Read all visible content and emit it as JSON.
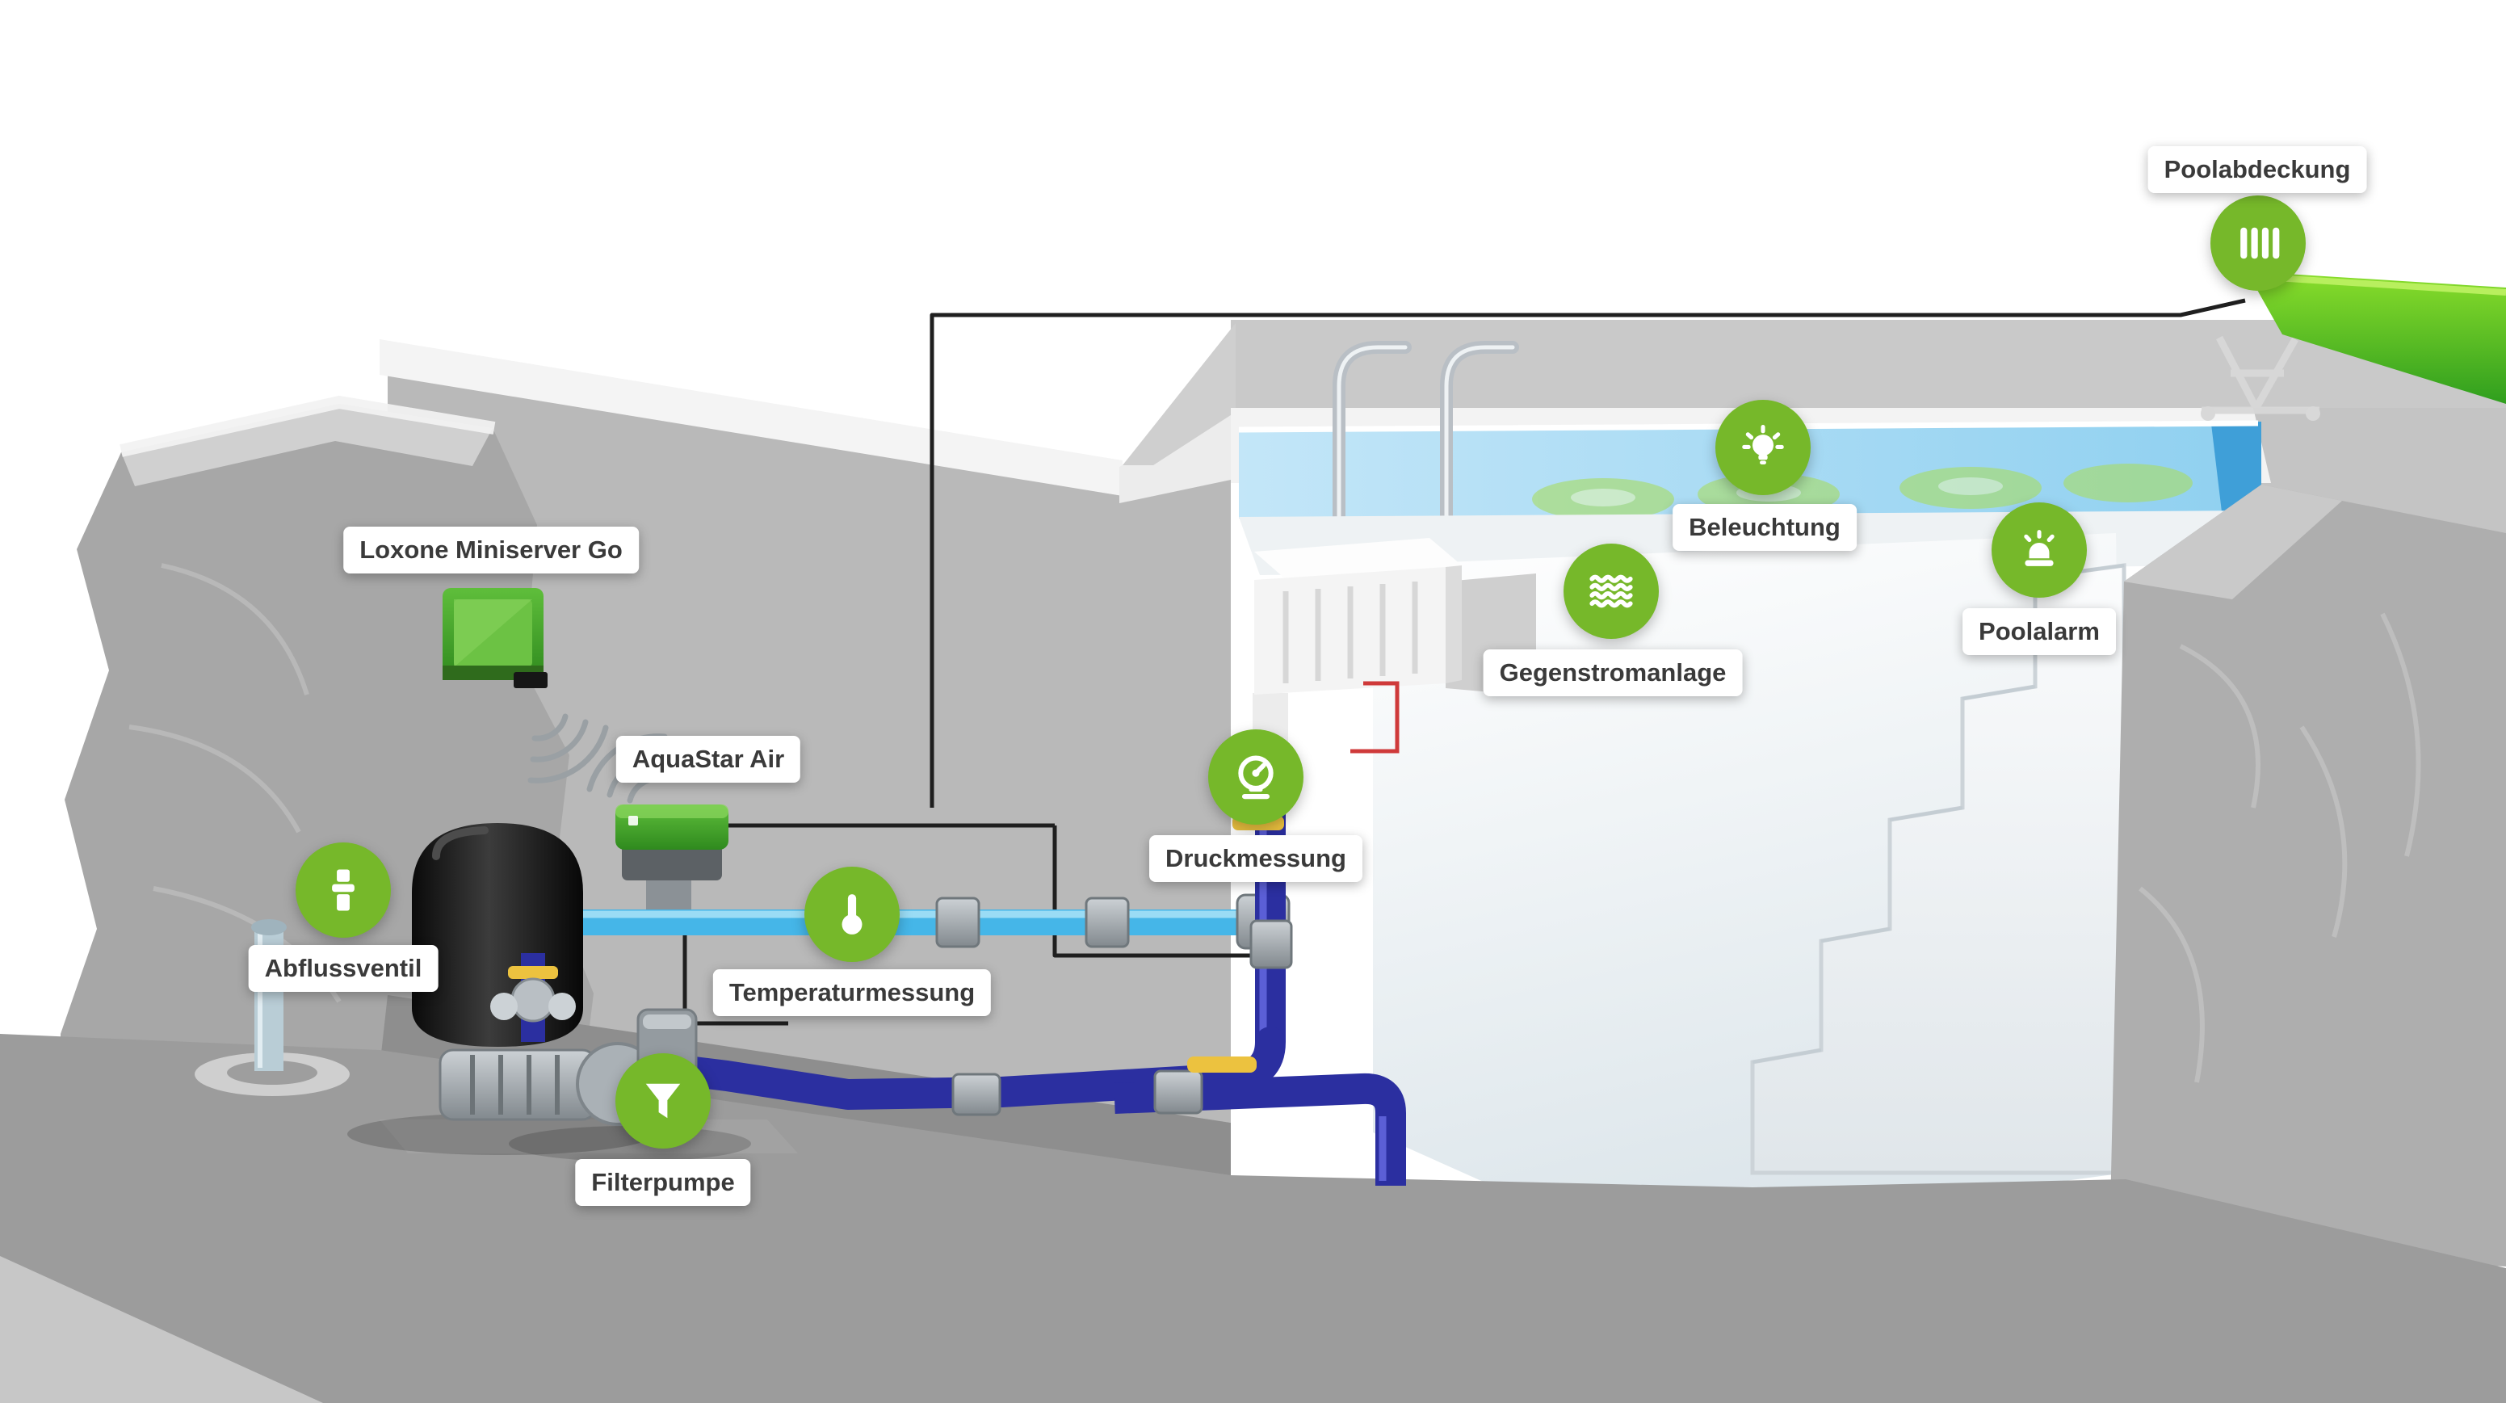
{
  "diagram": {
    "type": "pool-automation-schematic",
    "brand_color": "#76b82a",
    "supply_pipe_color": "#2b2fa0",
    "return_pipe_color": "#45b6e8",
    "water_color": "#9ed7f2",
    "devices": [
      {
        "id": "poolabdeckung",
        "label": "Poolabdeckung",
        "icon": "pool-cover-icon"
      },
      {
        "id": "miniserver",
        "label": "Loxone Miniserver Go",
        "icon": "miniserver-device"
      },
      {
        "id": "aquastar",
        "label": "AquaStar Air",
        "icon": "aquastar-device"
      },
      {
        "id": "abflussventil",
        "label": "Abflussventil",
        "icon": "drain-valve-icon"
      },
      {
        "id": "temperaturmessung",
        "label": "Temperaturmessung",
        "icon": "thermometer-icon"
      },
      {
        "id": "filterpumpe",
        "label": "Filterpumpe",
        "icon": "funnel-icon"
      },
      {
        "id": "druckmessung",
        "label": "Druckmessung",
        "icon": "pressure-gauge-icon"
      },
      {
        "id": "gegenstromanlage",
        "label": "Gegenstromanlage",
        "icon": "waves-icon"
      },
      {
        "id": "beleuchtung",
        "label": "Beleuchtung",
        "icon": "light-bulb-icon"
      },
      {
        "id": "poolalarm",
        "label": "Poolalarm",
        "icon": "alarm-siren-icon"
      }
    ]
  }
}
